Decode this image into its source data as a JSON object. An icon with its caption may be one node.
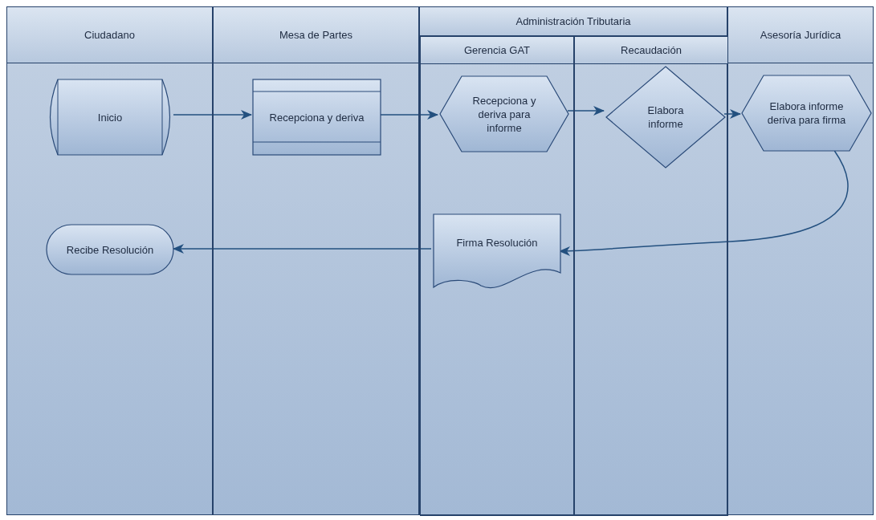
{
  "diagram": {
    "nodes": [
      {
        "text": [
          "Ciudadano"
        ]
      },
      {
        "text": [
          "Mesa de Partes"
        ]
      },
      {
        "text": [
          "Administración Tributaria"
        ]
      },
      {
        "text": [
          "Gerencia GAT"
        ],
        "in": 2
      },
      {
        "text": [
          "Recaudación"
        ],
        "in": 2
      },
      {
        "text": [
          "Asesoría Jurídica"
        ]
      },
      {
        "text": [
          "Inicio"
        ],
        "in": 0
      },
      {
        "text": [
          "Recepciona y deriva"
        ],
        "in": 1
      },
      {
        "text": [
          "Recepciona y deriva para informe"
        ],
        "in": 3
      },
      {
        "text": [
          "Elabora informe"
        ],
        "in": 4
      },
      {
        "text": [
          "Elabora informe deriva para firma"
        ],
        "in": 5
      },
      {
        "text": [
          "Firma Resolución"
        ],
        "in": 3
      },
      {
        "text": [
          "Recibe Resolución"
        ],
        "in": 0
      }
    ],
    "edges": [
      {
        "from": 6,
        "to": 7,
        "arrow": "to"
      },
      {
        "from": 7,
        "to": 8,
        "arrow": "to"
      },
      {
        "from": 8,
        "to": 9,
        "arrow": "to"
      },
      {
        "from": 9,
        "to": 10,
        "arrow": "to"
      },
      {
        "from": 10,
        "to": 11,
        "arrow": "to"
      },
      {
        "from": 11,
        "to": 12,
        "arrow": "to"
      }
    ]
  }
}
